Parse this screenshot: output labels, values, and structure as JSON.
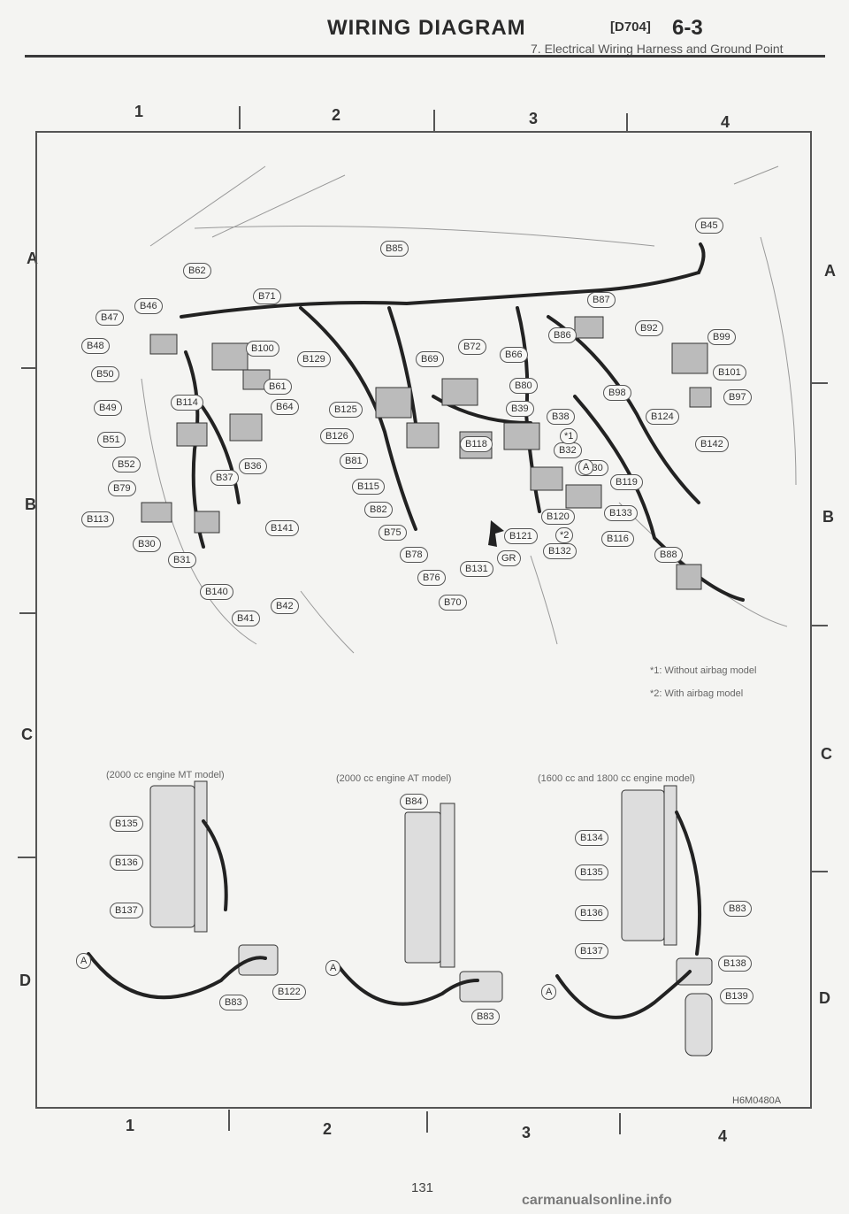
{
  "header": {
    "title": "WIRING DIAGRAM",
    "code": "[D704]",
    "page_ref": "6-3",
    "subtitle": "7. Electrical Wiring Harness and Ground Point"
  },
  "grid": {
    "columns": [
      "1",
      "2",
      "3",
      "4"
    ],
    "rows": [
      "A",
      "B",
      "C",
      "D"
    ]
  },
  "notes": {
    "note1": "*1: Without airbag model",
    "note2": "*2: With airbag model"
  },
  "main_labels": [
    "B45",
    "B62",
    "B85",
    "B71",
    "B46",
    "B47",
    "B48",
    "B50",
    "B49",
    "B51",
    "B52",
    "B79",
    "B113",
    "B30",
    "B31",
    "B140",
    "B41",
    "B42",
    "B141",
    "B36",
    "B37",
    "B114",
    "B100",
    "B129",
    "B61",
    "B64",
    "B125",
    "B126",
    "B81",
    "B115",
    "B82",
    "B75",
    "B78",
    "B76",
    "B70",
    "B131",
    "GR",
    "B121",
    "B132",
    "B120",
    "B116",
    "B130",
    "B119",
    "B133",
    "B88",
    "B86",
    "B87",
    "B92",
    "B99",
    "B101",
    "B97",
    "B98",
    "B124",
    "B142",
    "B72",
    "B66",
    "B69",
    "B80",
    "B39",
    "B38",
    "B32",
    "B118",
    "A",
    "*1",
    "*2"
  ],
  "sub_diagrams": [
    {
      "caption": "(2000 cc engine MT model)",
      "labels": [
        "B135",
        "B136",
        "B137",
        "A",
        "B83",
        "B122"
      ]
    },
    {
      "caption": "(2000 cc engine AT model)",
      "labels": [
        "B84",
        "A",
        "B83"
      ]
    },
    {
      "caption": "(1600 cc and 1800 cc engine model)",
      "labels": [
        "B134",
        "B135",
        "B136",
        "B137",
        "A",
        "B83",
        "B138",
        "B139"
      ]
    }
  ],
  "figure_code": "H6M0480A",
  "page_number": "131",
  "watermark": "carmanualsonline.info"
}
